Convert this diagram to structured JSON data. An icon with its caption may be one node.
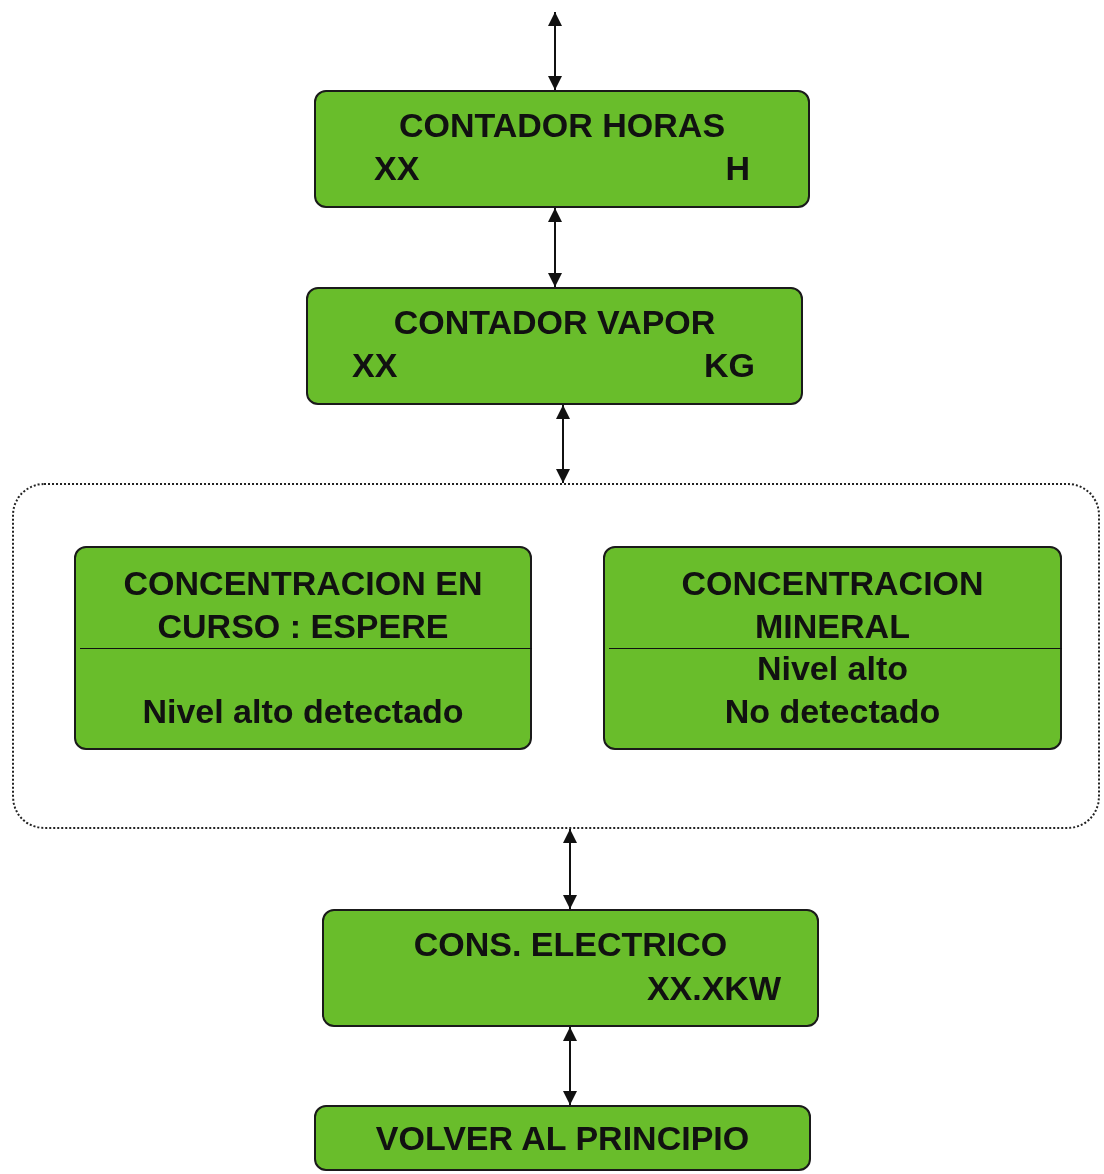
{
  "diagram": {
    "nodes": [
      {
        "text": [
          "CONTADOR HORAS",
          "XX",
          "H"
        ]
      },
      {
        "text": [
          "CONTADOR VAPOR",
          "XX",
          "KG"
        ]
      },
      {
        "text": [],
        "shape": "box"
      },
      {
        "text": [
          "CONCENTRACION EN CURSO : ESPERE",
          "Nivel alto detectado"
        ],
        "in": 2
      },
      {
        "text": [
          "CONCENTRACION MINERAL",
          "Nivel alto",
          "No detectado"
        ],
        "in": 2
      },
      {
        "text": [
          "CONS. ELECTRICO",
          "XX.XKW"
        ]
      },
      {
        "text": [
          "VOLVER AL PRINCIPIO"
        ]
      }
    ],
    "edges": [
      {
        "from": null,
        "to": 0,
        "arrow": "both"
      },
      {
        "from": 0,
        "to": 1,
        "arrow": "both"
      },
      {
        "from": 1,
        "to": 2,
        "arrow": "both"
      },
      {
        "from": 2,
        "to": 5,
        "arrow": "both"
      },
      {
        "from": 5,
        "to": 6,
        "arrow": "both"
      }
    ]
  }
}
